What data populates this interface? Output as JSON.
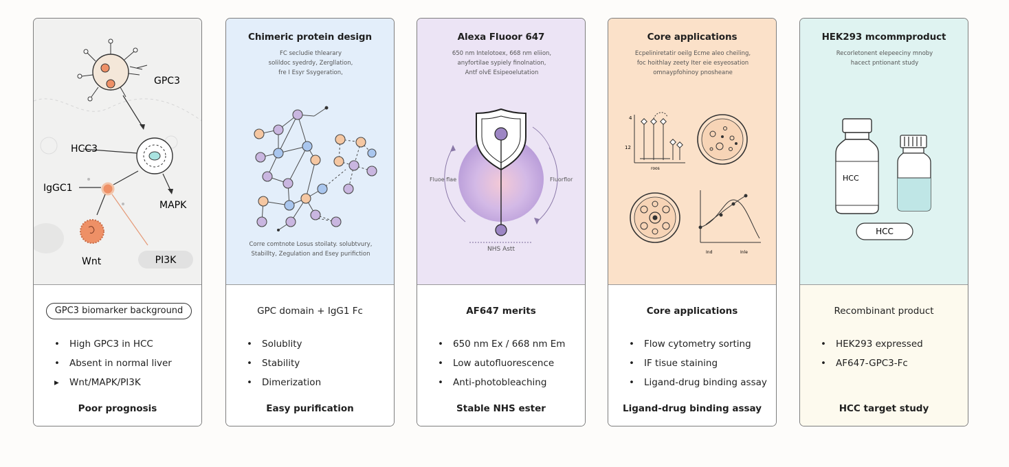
{
  "colors": {
    "panel1_bg": "#f1f1f0",
    "panel2_bg": "#e3eefa",
    "panel3_bg": "#ece4f5",
    "panel4_bg": "#fbe1c9",
    "panel5_bg": "#dff3f1",
    "panel5_bottom_bg": "#fdfaee",
    "accent_orange": "#ee9066",
    "accent_purple": "#9d86c4",
    "node_blue": "#a9c6ee",
    "node_peach": "#f5c7a2",
    "node_lilac": "#c9b6e0"
  },
  "panels": [
    {
      "diagram": {
        "label_gpc3": "GPC3",
        "label_hcc3": "HCC3",
        "label_iggc1": "IgGC1",
        "label_mapk": "MAPK",
        "label_wnt": "Wnt",
        "label_pi3k": "PI3K"
      },
      "heading": "GPC3 biomarker background",
      "bullets": [
        {
          "marker": "•",
          "text": "High GPC3 in HCC"
        },
        {
          "marker": "•",
          "text": "Absent in normal liver"
        },
        {
          "marker": "▸",
          "text": "Wnt/MAPK/PI3K"
        }
      ],
      "footer": "Poor prognosis"
    },
    {
      "top_title": "Chimeric protein design",
      "top_desc": [
        "FC secludie thlearary",
        "solildoc syedrdy, Zergllation,",
        "fre I Esyr Ssygeration,"
      ],
      "caption": [
        "Corre comtnote Losus stoilaty. solubtvury,",
        "Stabillty, Zegulation and Esey purifiction"
      ],
      "heading": "GPC domain + IgG1 Fc",
      "bullets": [
        {
          "marker": "•",
          "text": "Solublity"
        },
        {
          "marker": "•",
          "text": "Stability"
        },
        {
          "marker": "•",
          "text": "Dimerization"
        }
      ],
      "footer": "Easy purification"
    },
    {
      "top_title": "Alexa Fluoor 647",
      "top_desc": [
        "650 nm Intelotoex, 668 nm eliion,",
        "anyfortilae sypiely finolnation,",
        "Antf olvE Esipeoelutation"
      ],
      "diagram": {
        "label_left": "Fluoe flae",
        "label_right": "Fluorflor",
        "label_bottom": "NHS Astt"
      },
      "heading": "AF647 merits",
      "bullets": [
        {
          "marker": "•",
          "text": "650 nm Ex / 668 nm Em"
        },
        {
          "marker": "•",
          "text": "Low autofluorescence"
        },
        {
          "marker": "•",
          "text": "Anti-photobleaching"
        }
      ],
      "footer": "Stable NHS ester"
    },
    {
      "top_title": "Core applications",
      "top_desc": [
        "Ecpeliniretatir oeilg Ecme aleo cheiling,",
        "foc hoithlay zeety Iter eie esyeosation",
        "omnaypfohinoy pnosheane"
      ],
      "diagram": {
        "chart1_y_top": "4",
        "chart1_y_mid": "12",
        "chart1_x": "roos",
        "chart2_x_left": "Ind",
        "chart2_x_right": "Inle"
      },
      "heading": "Core applications",
      "bullets": [
        {
          "marker": "•",
          "text": "Flow cytometry sorting"
        },
        {
          "marker": "•",
          "text": "IF tisue staining"
        },
        {
          "marker": "•",
          "text": "Ligand-drug binding assay"
        }
      ],
      "footer": "Ligand-drug binding assay"
    },
    {
      "top_title": "HEK293 mcommproduct",
      "top_desc": [
        "Recorletonent elepeeciny mnoby",
        "hacect pntionant study"
      ],
      "diagram": {
        "vial_label": "HCC",
        "pill_label": "HCC"
      },
      "heading": "Recombinant product",
      "bullets": [
        {
          "marker": "•",
          "text": "HEK293 expressed"
        },
        {
          "marker": "•",
          "text": "AF647-GPC3-Fc"
        }
      ],
      "footer": "HCC target study"
    }
  ]
}
